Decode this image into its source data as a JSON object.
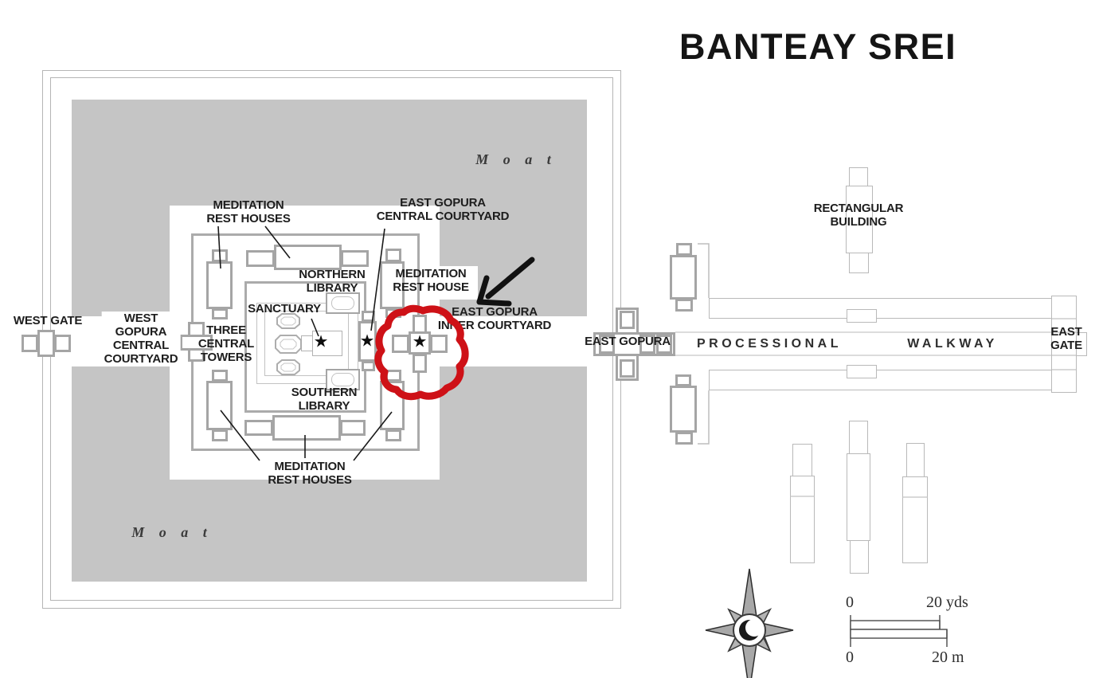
{
  "title": "BANTEAY SREI",
  "map": {
    "moat_label_top": "M o a t",
    "moat_label_bottom": "M o a t",
    "star_symbol": "★",
    "labels": {
      "west_gate": [
        "WEST GATE"
      ],
      "west_gopura": [
        "WEST",
        "GOPURA",
        "CENTRAL",
        "COURTYARD"
      ],
      "meditation_nw": [
        "MEDITATION",
        "REST HOUSES"
      ],
      "east_gopura_central": [
        "EAST GOPURA",
        "CENTRAL COURTYARD"
      ],
      "northern_library": [
        "NORTHERN",
        "LIBRARY"
      ],
      "meditation_east": [
        "MEDITATION",
        "REST HOUSE"
      ],
      "sanctuary": [
        "SANCTUARY"
      ],
      "three_central_towers": [
        "THREE",
        "CENTRAL",
        "TOWERS"
      ],
      "southern_library": [
        "SOUTHERN",
        "LIBRARY"
      ],
      "meditation_south": [
        "MEDITATION",
        "REST HOUSES"
      ],
      "east_gopura_inner": [
        "EAST GOPURA",
        "INNER COURTYARD"
      ],
      "east_gopura": [
        "EAST GOPURA"
      ],
      "processional": [
        "PROCESSIONAL"
      ],
      "walkway": [
        "WALKWAY"
      ],
      "east_gate": [
        "EAST",
        "GATE"
      ],
      "rectangular_building": [
        "RECTANGULAR",
        "BUILDING"
      ]
    },
    "scale": {
      "top_zero": "0",
      "top_max": "20 yds",
      "bottom_zero": "0",
      "bottom_max": "20 m"
    },
    "colors": {
      "moat_fill": "#c5c5c5",
      "structure_wall": "#a5a5a5",
      "thin_outline": "#b9b9b9",
      "text": "#1d1d1d",
      "annotation_circle": "#ce1117",
      "annotation_arrow": "#111111"
    }
  }
}
